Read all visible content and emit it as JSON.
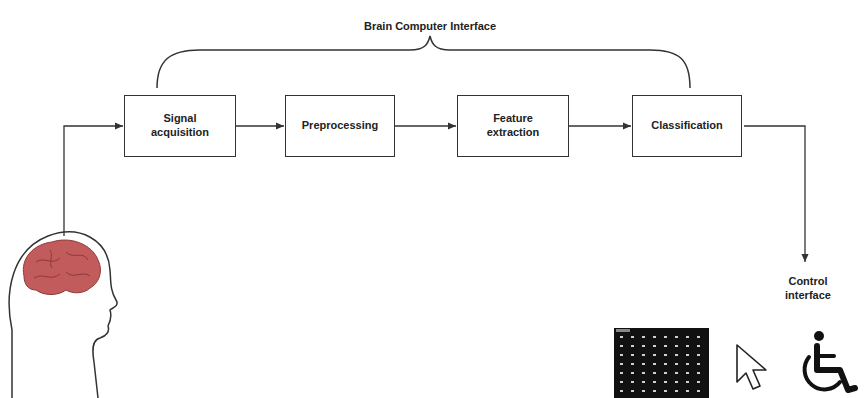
{
  "diagram": {
    "nodes": [
      {
        "text": [
          "Signal acquisition"
        ]
      },
      {
        "text": [
          "Preprocessing"
        ]
      },
      {
        "text": [
          "Feature extraction"
        ]
      },
      {
        "text": [
          "Classification"
        ]
      }
    ],
    "edges": [
      {
        "from": 0,
        "to": 1,
        "arrow": "to"
      },
      {
        "from": 1,
        "to": 2,
        "arrow": "to"
      },
      {
        "from": 2,
        "to": 3,
        "arrow": "to"
      }
    ],
    "labels": [
      "Brain Computer Interface",
      "Control interface"
    ]
  }
}
